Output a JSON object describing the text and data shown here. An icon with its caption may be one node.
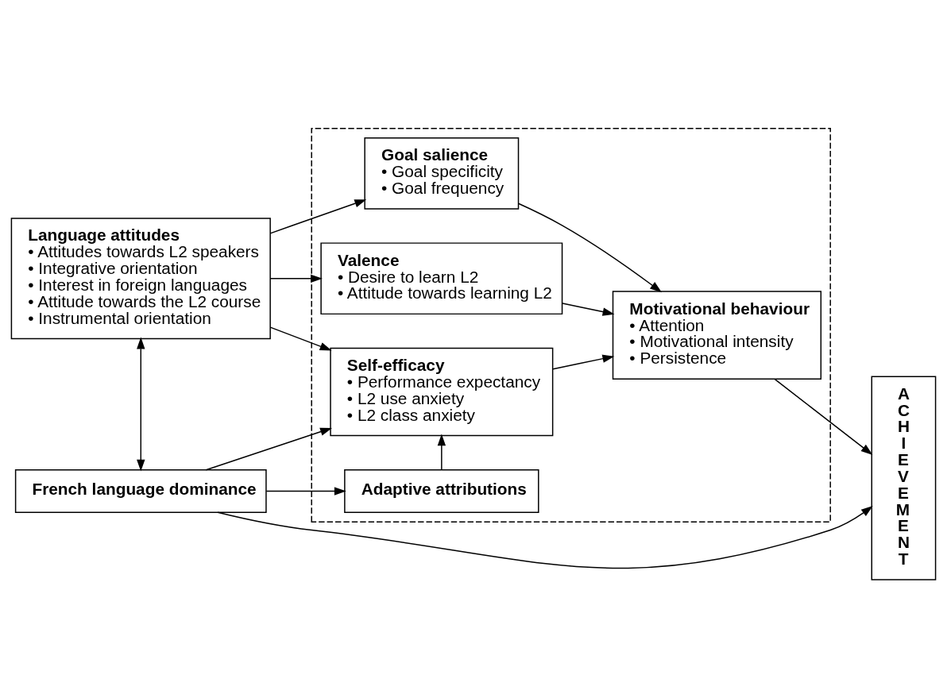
{
  "diagram": {
    "nodes": [
      {
        "text": [
          "Language attitudes",
          "• Attitudes towards L2 speakers",
          "• Integrative orientation",
          "• Interest in foreign languages",
          "• Attitude towards the L2 course",
          "• Instrumental orientation"
        ]
      },
      {
        "text": [],
        "shape": "box"
      },
      {
        "text": [
          "Goal salience",
          "• Goal specificity",
          "• Goal frequency"
        ],
        "in": 1
      },
      {
        "text": [
          "Valence",
          "• Desire to learn L2",
          "• Attitude towards learning L2"
        ],
        "in": 1
      },
      {
        "text": [
          "Self-efficacy",
          "• Performance expectancy",
          "• L2 use anxiety",
          "• L2 class anxiety"
        ],
        "in": 1
      },
      {
        "text": [
          "Adaptive attributions"
        ],
        "in": 1
      },
      {
        "text": [
          "Motivational behaviour",
          "• Attention",
          "• Motivational intensity",
          "• Persistence"
        ],
        "in": 1
      },
      {
        "text": [
          "French language dominance"
        ]
      },
      {
        "text": [
          "ACHIEVEMENT"
        ]
      }
    ],
    "edges": [
      {
        "from": 0,
        "to": 2,
        "arrow": "to"
      },
      {
        "from": 0,
        "to": 3,
        "arrow": "to"
      },
      {
        "from": 0,
        "to": 4,
        "arrow": "to"
      },
      {
        "from": 0,
        "to": 7,
        "arrow": "both"
      },
      {
        "from": 7,
        "to": 4,
        "arrow": "to"
      },
      {
        "from": 7,
        "to": 5,
        "arrow": "to"
      },
      {
        "from": 7,
        "to": 8,
        "arrow": "to"
      },
      {
        "from": 5,
        "to": 4,
        "arrow": "to"
      },
      {
        "from": 2,
        "to": 6,
        "arrow": "to"
      },
      {
        "from": 3,
        "to": 6,
        "arrow": "to"
      },
      {
        "from": 4,
        "to": 6,
        "arrow": "to"
      },
      {
        "from": 6,
        "to": 8,
        "arrow": "to"
      }
    ]
  }
}
